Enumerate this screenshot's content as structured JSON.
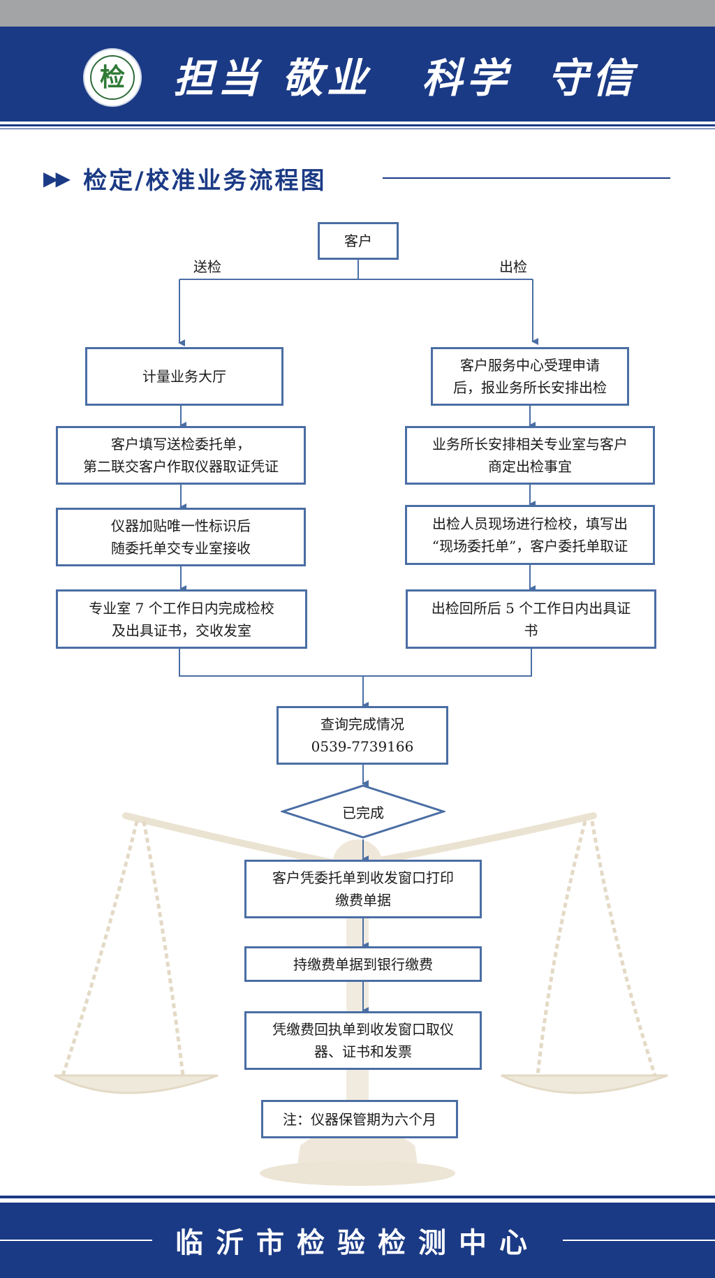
{
  "header": {
    "logo_char": "检",
    "slogans": [
      "担当",
      "敬业",
      "科学",
      "守信"
    ],
    "colors": {
      "banner": "#1b3a85",
      "top_strip": "#a3a4a6",
      "box_border": "#4a6ea4"
    }
  },
  "section": {
    "arrows": "▶▶",
    "title": "检定/校准业务流程图"
  },
  "flow": {
    "start": "客户",
    "branch_left_label": "送检",
    "branch_right_label": "出检",
    "left": [
      "计量业务大厅",
      "客户填写送检委托单，\n第二联交客户作取仪器取证凭证",
      "仪器加贴唯一性标识后\n随委托单交专业室接收",
      "专业室 7 个工作日内完成检校\n及出具证书，交收发室"
    ],
    "right": [
      "客户服务中心受理申请\n后，报业务所长安排出检",
      "业务所长安排相关专业室与客户\n商定出检事宜",
      "出检人员现场进行检校，填写出\n“现场委托单”，客户委托单取证",
      "出检回所后 5 个工作日内出具证\n书"
    ],
    "query": "查询完成情况\n0539-7739166",
    "decision": "已完成",
    "steps": [
      "客户凭委托单到收发窗口打印\n缴费单据",
      "持缴费单据到银行缴费",
      "凭缴费回执单到收发窗口取仪\n器、证书和发票"
    ],
    "note": "注：仪器保管期为六个月"
  },
  "footer": {
    "org": "临沂市检验检测中心"
  }
}
